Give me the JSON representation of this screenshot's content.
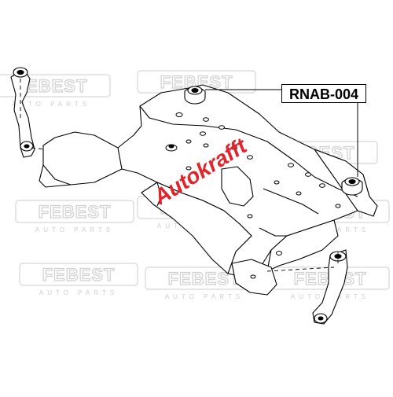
{
  "part_number": "RNAB-004",
  "watermark": {
    "brand": "FEBEST",
    "tagline": "AUTO PARTS"
  },
  "overlay_logo": {
    "text": "Autokrafft"
  },
  "colors": {
    "line": "#000000",
    "watermark": "#d9d9d9",
    "overlay_red": "#e0242b",
    "overlay_gray": "#8a8a8a"
  }
}
